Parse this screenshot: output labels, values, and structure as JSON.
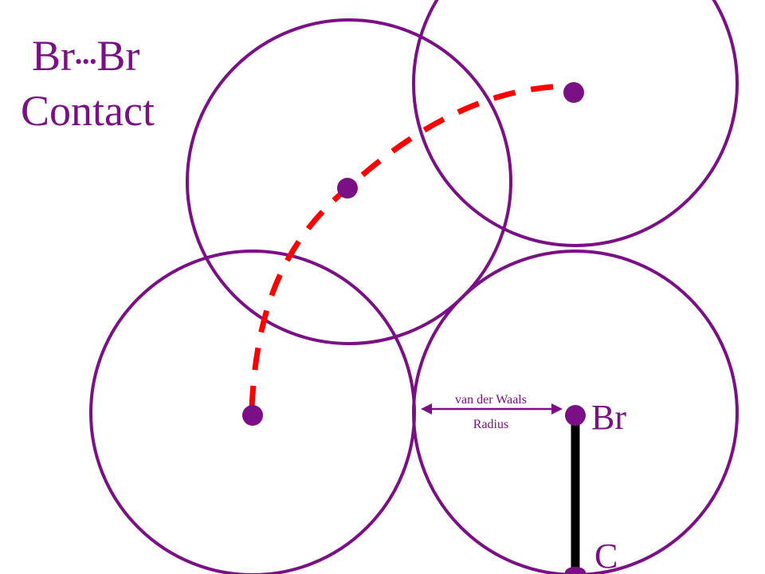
{
  "title": {
    "line1_left": "Br",
    "line1_dots": "•••",
    "line1_right": "Br",
    "line2": "Contact"
  },
  "radius_label": {
    "line1": "van der Waals",
    "line2": "Radius"
  },
  "atoms": {
    "br": "Br",
    "c": "C"
  },
  "colors": {
    "circle": "#7b0f86",
    "text_purple": "#7b0f86",
    "contact_path": "#ff0000",
    "bond": "#000000",
    "background": "#ffffff"
  }
}
